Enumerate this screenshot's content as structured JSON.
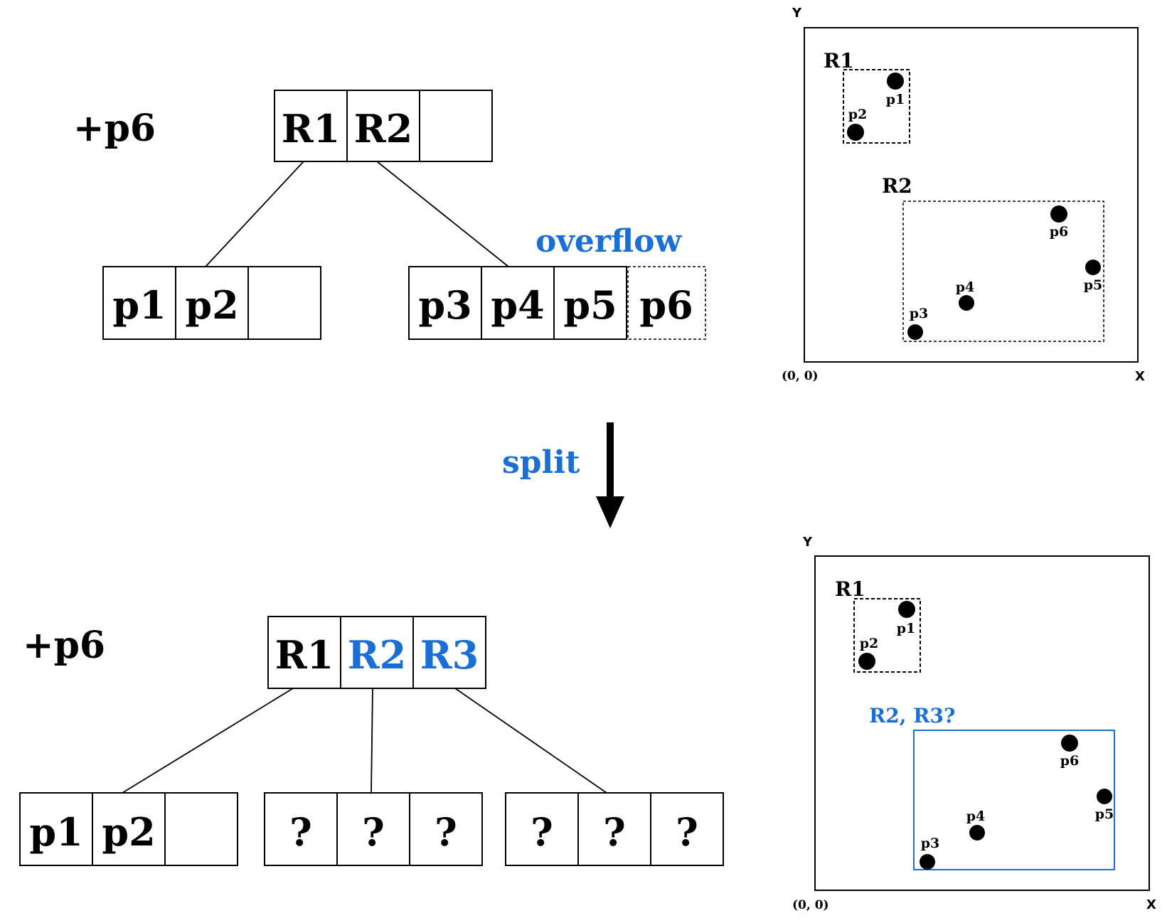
{
  "colors": {
    "accent": "#1a6fd6",
    "ink": "#000000"
  },
  "before": {
    "insert_label": "+p6",
    "root": [
      "R1",
      "R2",
      ""
    ],
    "leaf_left": [
      "p1",
      "p2",
      ""
    ],
    "leaf_right": [
      "p3",
      "p4",
      "p5"
    ],
    "overflow_entry": "p6",
    "overflow_label": "overflow"
  },
  "transition": {
    "label": "split"
  },
  "after": {
    "insert_label": "+p6",
    "root": [
      "R1",
      "R2",
      "R3"
    ],
    "leaf_left": [
      "p1",
      "p2",
      ""
    ],
    "leaf_mid": [
      "?",
      "?",
      "?"
    ],
    "leaf_right": [
      "?",
      "?",
      "?"
    ]
  },
  "plot_before": {
    "axis_y": "Y",
    "axis_x": "X",
    "origin": "(0, 0)",
    "region_r1": "R1",
    "region_r2": "R2",
    "points": [
      "p1",
      "p2",
      "p6",
      "p5",
      "p4",
      "p3"
    ]
  },
  "plot_after": {
    "axis_y": "Y",
    "axis_x": "X",
    "origin": "(0, 0)",
    "region_r1": "R1",
    "region_new": "R2, R3?",
    "points": [
      "p1",
      "p2",
      "p6",
      "p5",
      "p4",
      "p3"
    ]
  }
}
